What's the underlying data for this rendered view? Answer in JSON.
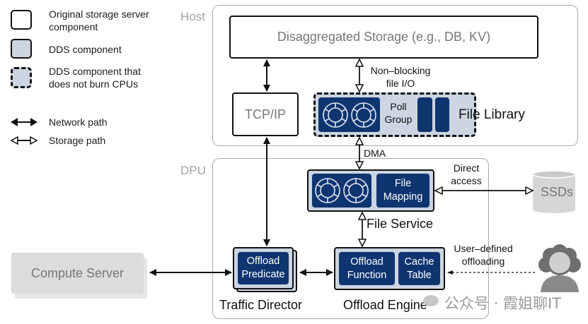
{
  "legend": {
    "items": [
      {
        "label": "Original storage server\ncomponent",
        "kind": "original"
      },
      {
        "label": "DDS component",
        "kind": "dds"
      },
      {
        "label": "DDS component that\ndoes not burn CPUs",
        "kind": "dds-dashed"
      }
    ],
    "paths": [
      {
        "label": "Network path",
        "kind": "network"
      },
      {
        "label": "Storage path",
        "kind": "storage"
      }
    ]
  },
  "regions": {
    "host": "Host",
    "dpu": "DPU"
  },
  "host": {
    "disaggregated_storage": "Disaggregated Storage (e.g., DB, KV)",
    "tcpip": "TCP/IP",
    "nonblocking_label": "Non–blocking\nfile I/O",
    "poll_group": "Poll\nGroup",
    "file_library": "File Library"
  },
  "dpu": {
    "dma_label": "DMA",
    "file_mapping": "File\nMapping",
    "file_service": "File Service",
    "direct_access": "Direct\naccess",
    "ssds": "SSDs",
    "offload_predicate": "Offload\nPredicate",
    "traffic_director": "Traffic Director",
    "offload_function": "Offload\nFunction",
    "cache_table": "Cache\nTable",
    "offload_engine": "Offload Engine",
    "user_defined": "User–defined\noffloading"
  },
  "external": {
    "compute_server": "Compute Server"
  },
  "watermark": "公众号 · 霞姐聊IT",
  "colors": {
    "navy": "#0f3570",
    "dds_fill": "#cdd5e2",
    "region_border": "#a9a9a9",
    "gray": "#dcdcdc"
  }
}
